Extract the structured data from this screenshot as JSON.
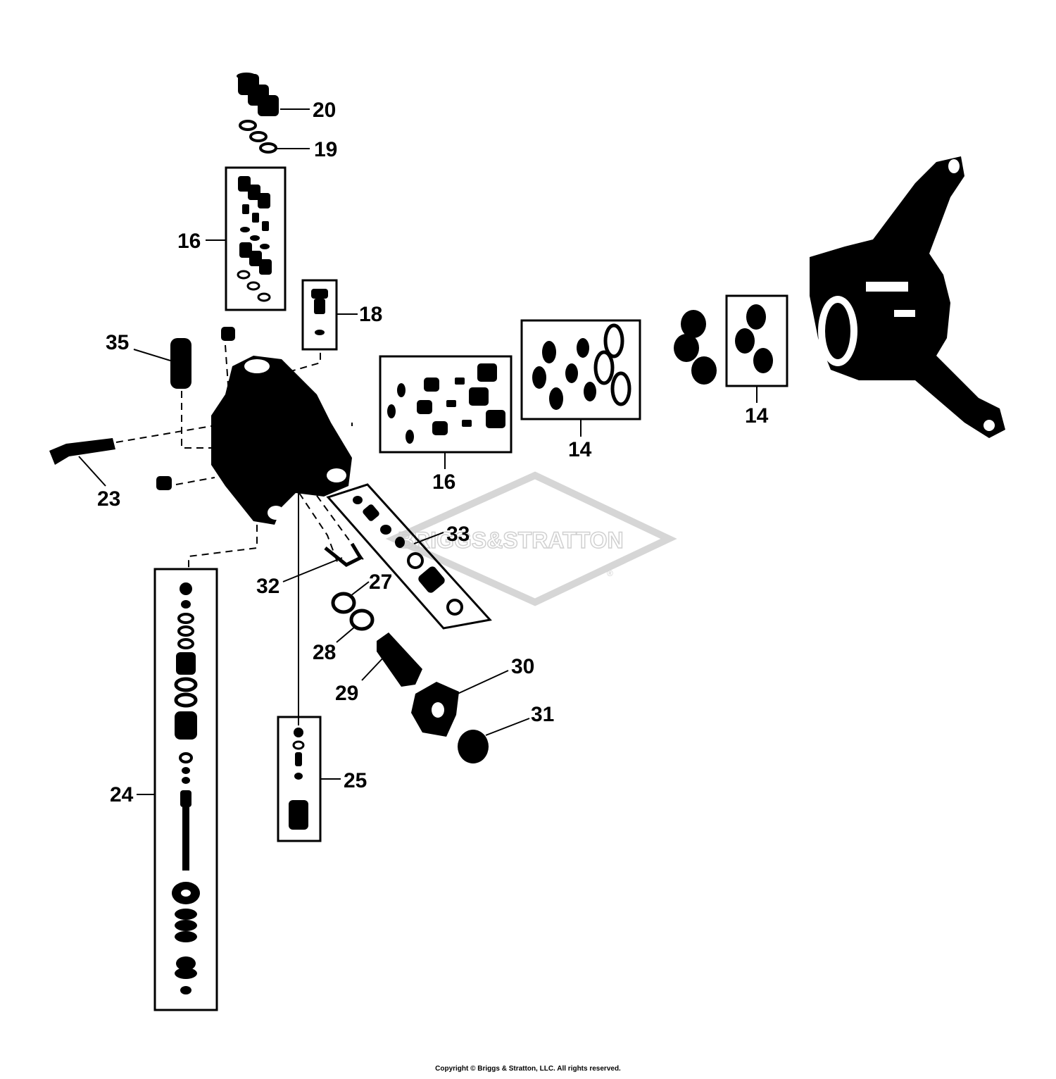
{
  "watermark": {
    "brand": "BRIGGS&STRATTON",
    "reg": "®"
  },
  "callouts": {
    "c20": "20",
    "c19": "19",
    "c16a": "16",
    "c18": "18",
    "c35": "35",
    "c16b": "16",
    "c14a": "14",
    "c14b": "14",
    "c23": "23",
    "c33": "33",
    "c32": "32",
    "c27": "27",
    "c28": "28",
    "c29": "29",
    "c30": "30",
    "c31": "31",
    "c24": "24",
    "c25": "25"
  },
  "copyright": "Copyright © Briggs & Stratton, LLC. All rights reserved."
}
